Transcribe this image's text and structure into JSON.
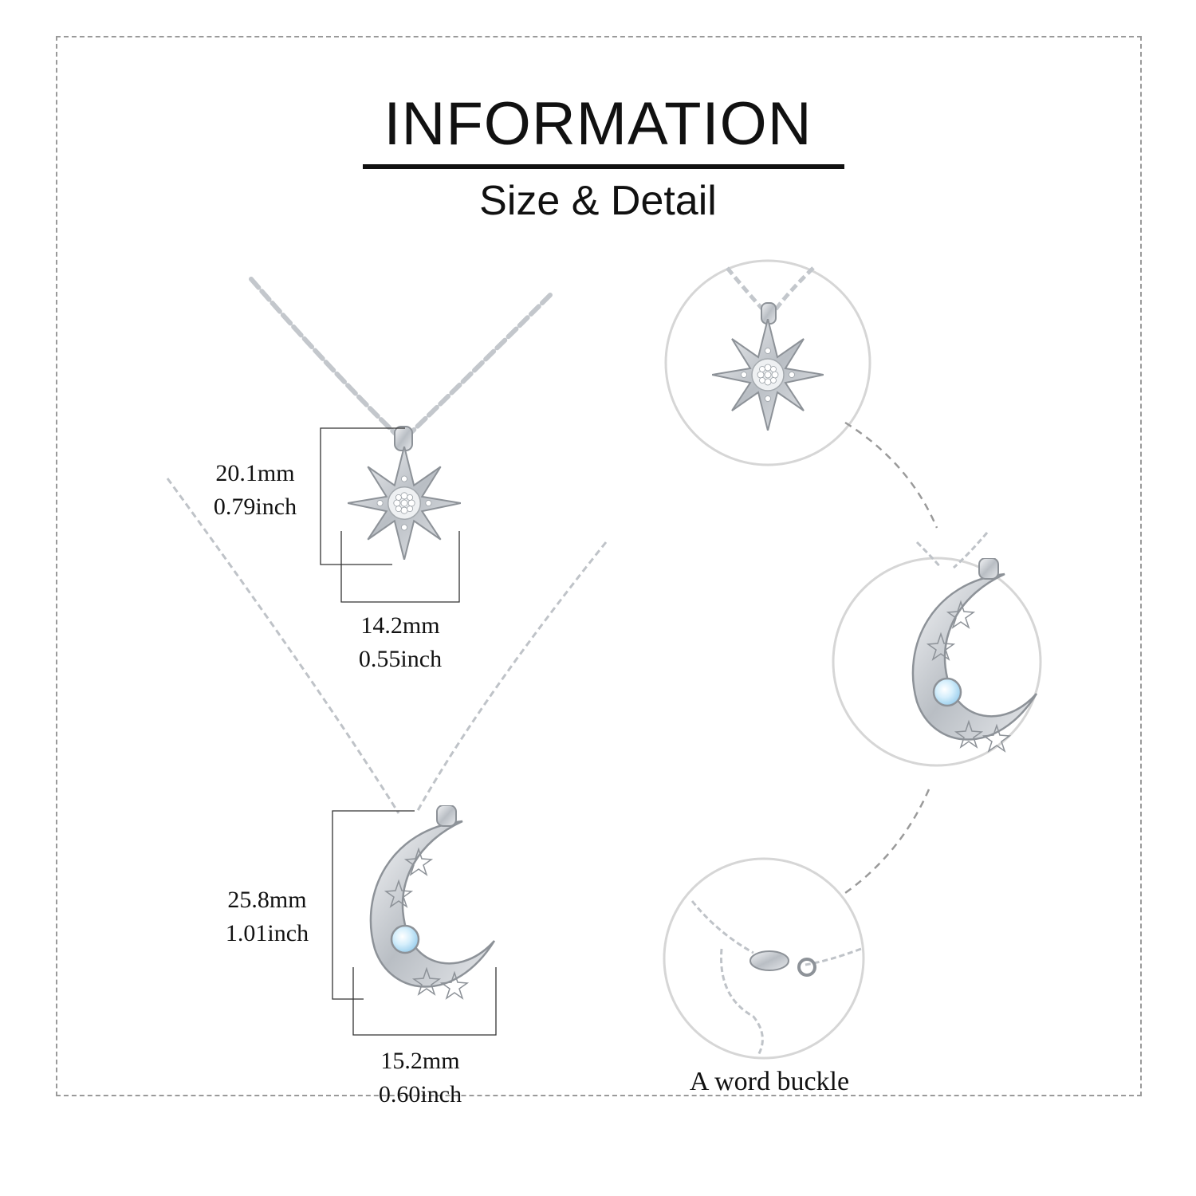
{
  "header": {
    "title": "INFORMATION",
    "subtitle": "Size & Detail"
  },
  "star_pendant": {
    "height_mm": "20.1mm",
    "height_in": "0.79inch",
    "width_mm": "14.2mm",
    "width_in": "0.55inch"
  },
  "moon_pendant": {
    "height_mm": "25.8mm",
    "height_in": "1.01inch",
    "width_mm": "15.2mm",
    "width_in": "0.60inch"
  },
  "detail": {
    "clasp_caption": "A word buckle"
  },
  "colors": {
    "text": "#111111",
    "frame": "#9a9a9a",
    "silver": "#c9cdd2",
    "opal": "#dff3ff"
  }
}
